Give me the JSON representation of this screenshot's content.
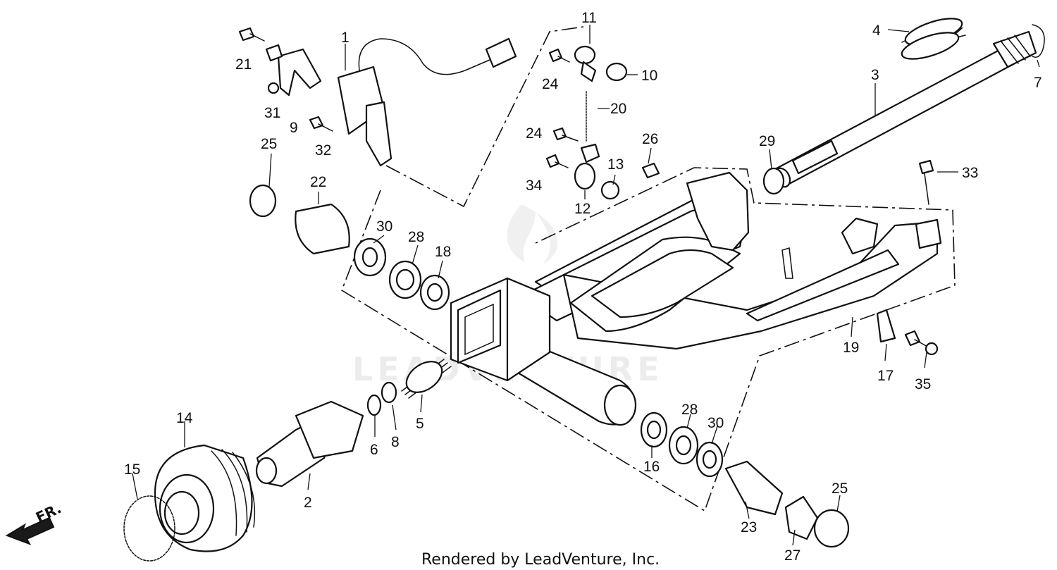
{
  "diagram": {
    "watermark_text": "LEADVENTURE",
    "footer_text": "Rendered by LeadVenture, Inc.",
    "direction_label": "FR.",
    "callouts": {
      "p1": "1",
      "p2": "2",
      "p3": "3",
      "p4": "4",
      "p5": "5",
      "p6": "6",
      "p7": "7",
      "p8": "8",
      "p9": "9",
      "p10": "10",
      "p11": "11",
      "p12": "12",
      "p13": "13",
      "p14": "14",
      "p15": "15",
      "p16": "16",
      "p17": "17",
      "p18": "18",
      "p19": "19",
      "p20": "20",
      "p21": "21",
      "p22": "22",
      "p23": "23",
      "p24a": "24",
      "p24b": "24",
      "p25a": "25",
      "p25b": "25",
      "p26": "26",
      "p27": "27",
      "p28a": "28",
      "p28b": "28",
      "p29": "29",
      "p30a": "30",
      "p30b": "30",
      "p31": "31",
      "p32": "32",
      "p33": "33",
      "p34": "34",
      "p35": "35"
    }
  }
}
